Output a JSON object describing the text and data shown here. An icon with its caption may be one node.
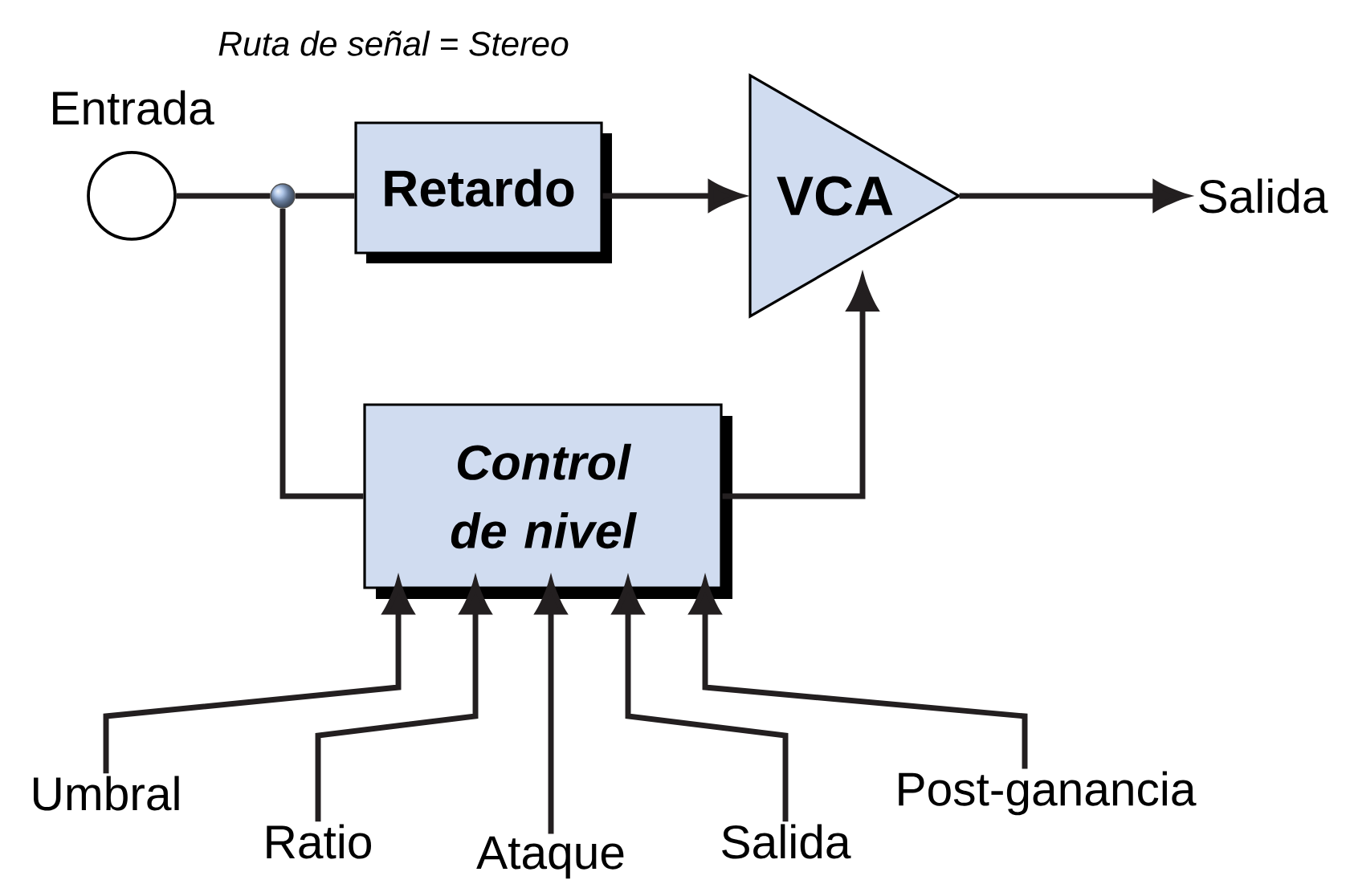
{
  "diagram": {
    "nodes": [
      {
        "text": [
          "Entrada"
        ]
      },
      {
        "text": [],
        "shape": "circle"
      },
      {
        "text": [
          "Retardo"
        ]
      },
      {
        "text": [
          "VCA"
        ]
      },
      {
        "text": [
          "Salida"
        ]
      },
      {
        "text": [
          "Control de nivel"
        ]
      },
      {
        "text": [
          "Umbral"
        ]
      },
      {
        "text": [
          "Ratio"
        ]
      },
      {
        "text": [
          "Ataque"
        ]
      },
      {
        "text": [
          "Salida"
        ]
      },
      {
        "text": [
          "Post-ganancia"
        ]
      }
    ],
    "edges": [
      {
        "from": 0,
        "to": 1,
        "arrow": "none"
      },
      {
        "from": 1,
        "to": 2,
        "arrow": "none"
      },
      {
        "from": 2,
        "to": 3,
        "arrow": "to"
      },
      {
        "from": 3,
        "to": 4,
        "arrow": "to"
      },
      {
        "from": 1,
        "to": 5,
        "arrow": "none"
      },
      {
        "from": 5,
        "to": 3,
        "arrow": "to"
      },
      {
        "from": 6,
        "to": 5,
        "arrow": "to"
      },
      {
        "from": 7,
        "to": 5,
        "arrow": "to"
      },
      {
        "from": 8,
        "to": 5,
        "arrow": "to"
      },
      {
        "from": 9,
        "to": 5,
        "arrow": "to"
      },
      {
        "from": 10,
        "to": 5,
        "arrow": "to"
      }
    ],
    "labels": [
      "Ruta de señal = Stereo"
    ]
  }
}
